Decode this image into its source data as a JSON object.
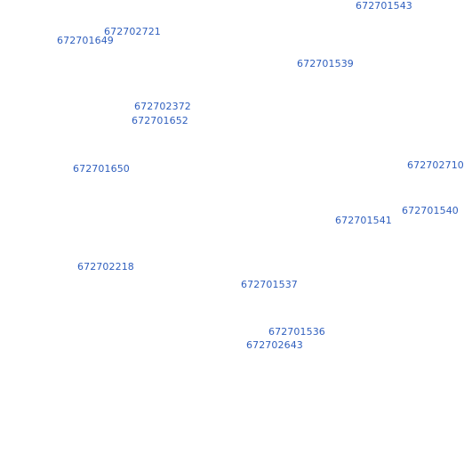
{
  "map": {
    "label_color": "#2f5fbe",
    "labels": [
      "672701543",
      "672702721",
      "672701649",
      "672701539",
      "672702372",
      "672701652",
      "672701650",
      "672702710",
      "672701540",
      "672701541",
      "672702218",
      "672701537",
      "672701536",
      "672702643"
    ]
  }
}
